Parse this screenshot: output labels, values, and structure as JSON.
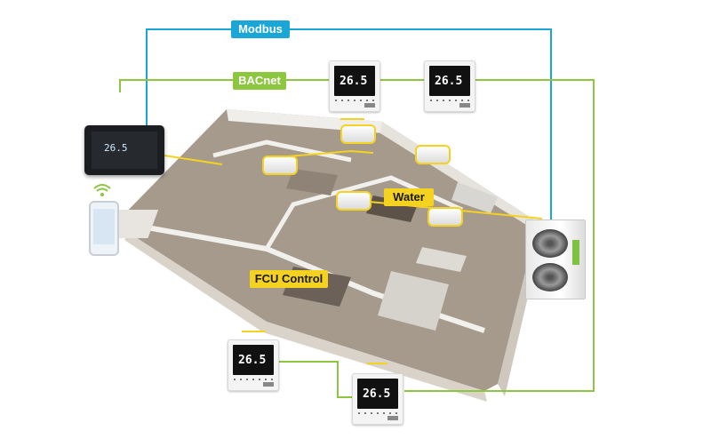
{
  "labels": {
    "modbus": "Modbus",
    "bacnet": "BACnet",
    "water": "Water",
    "fcu_control": "FCU Control"
  },
  "thermostat_display": "26.5",
  "colors": {
    "modbus_line": "#1aa7d8",
    "bacnet_line": "#8dc63f",
    "water_line": "#f4d21f",
    "fcu_line": "#8dc63f"
  },
  "icons": [
    "wifi-icon",
    "smartphone-icon",
    "control-panel-icon",
    "thermostat-icon",
    "outdoor-unit-icon",
    "fan-coil-unit-icon"
  ]
}
